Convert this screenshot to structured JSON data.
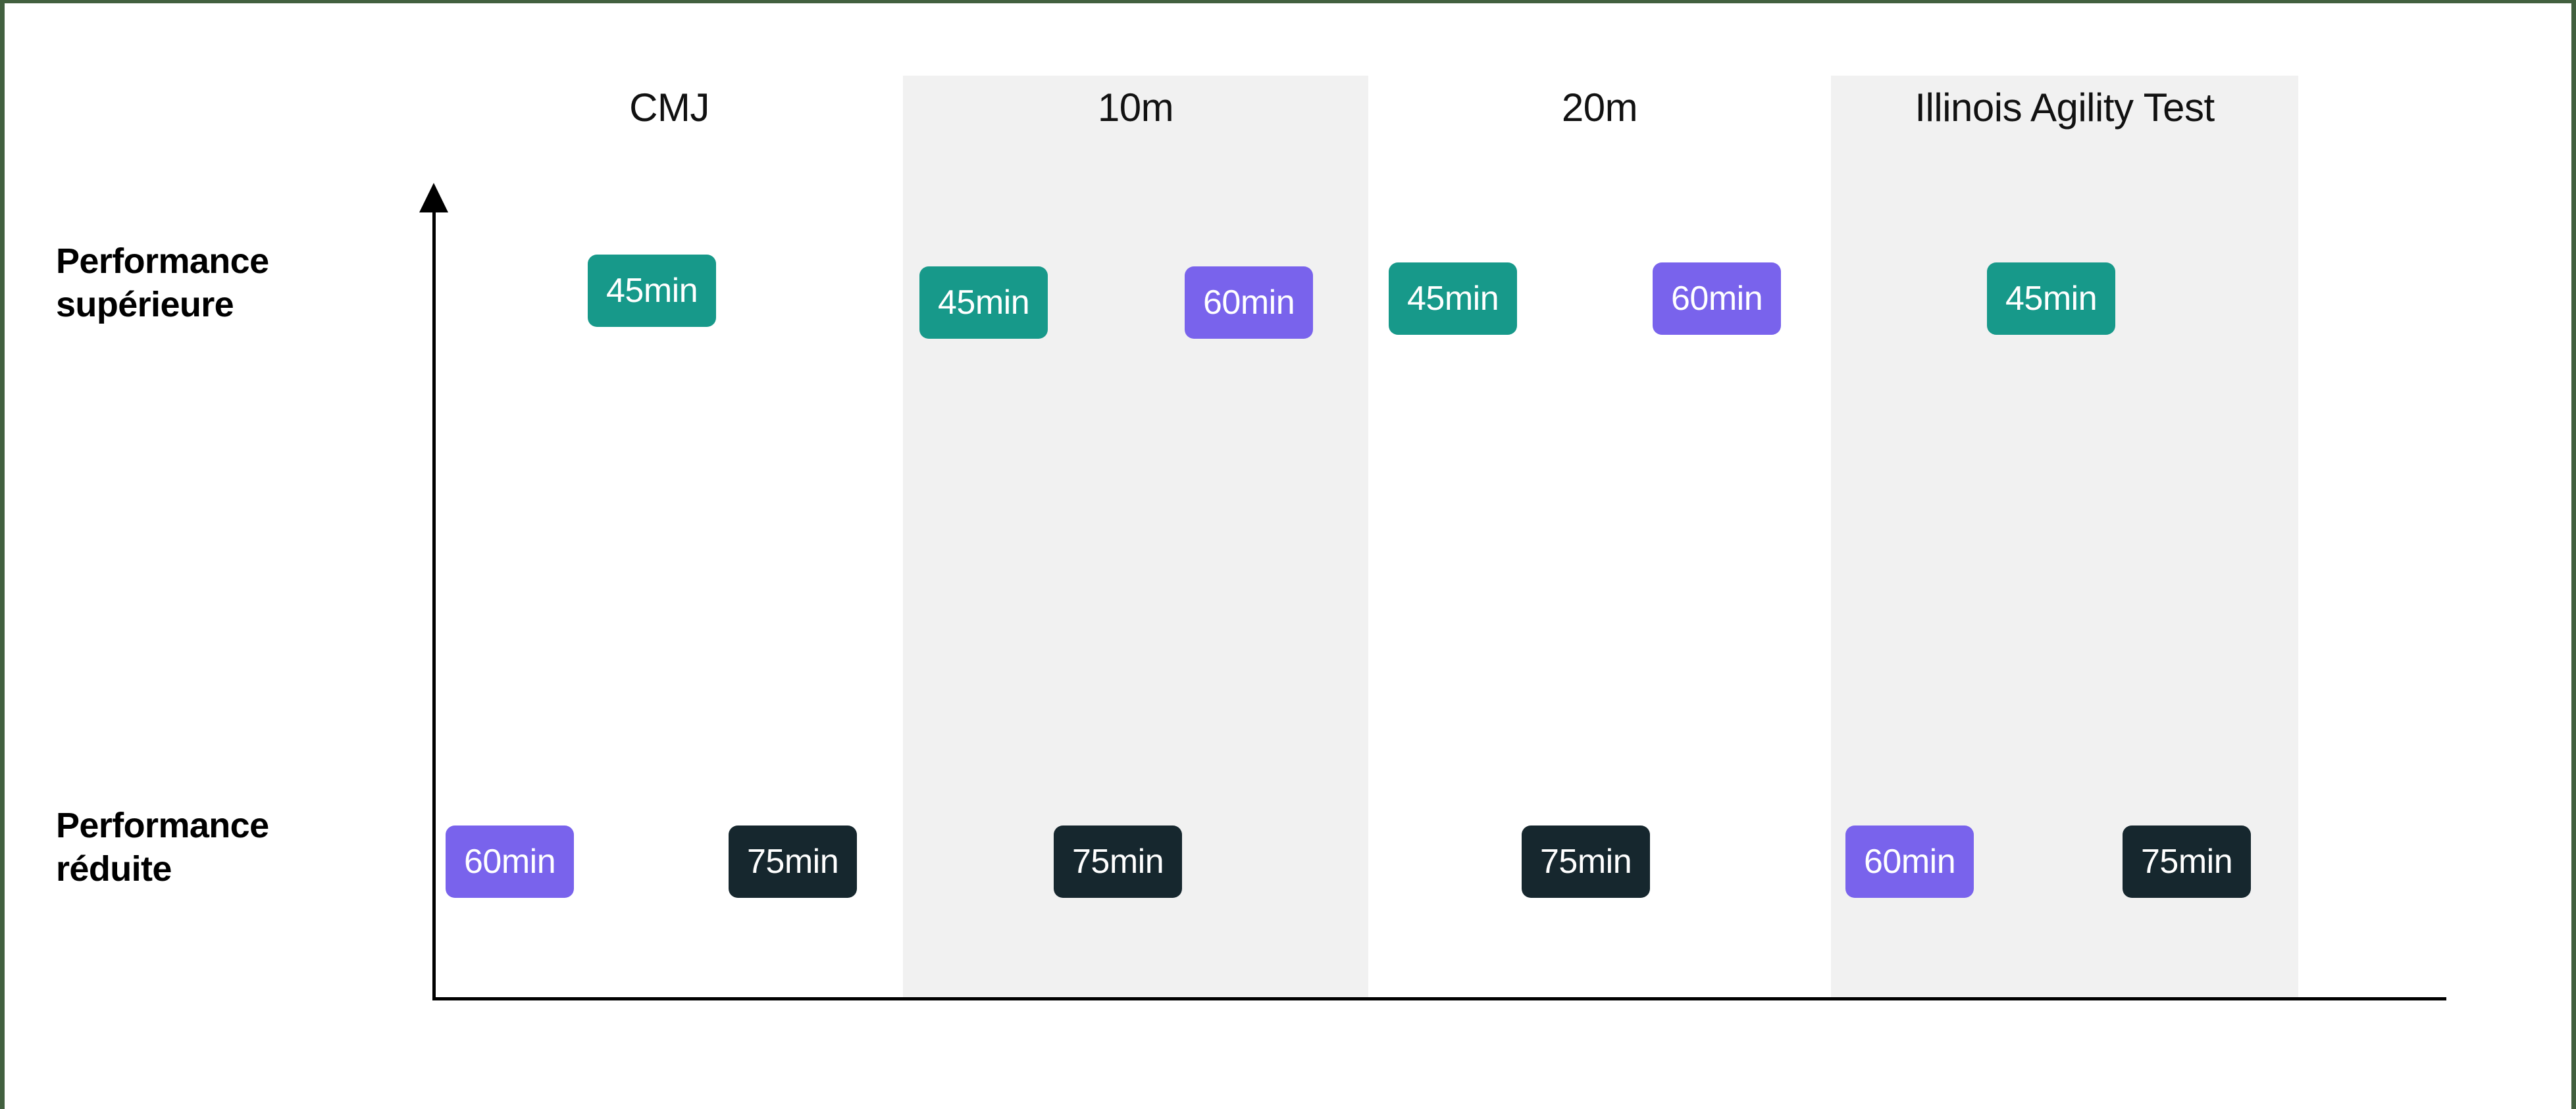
{
  "figure": {
    "border_color": "#42603f",
    "background": "#ffffff",
    "band_color": "#f1f1f1"
  },
  "axis": {
    "y_axis_name": "vertical-performance-axis",
    "x_axis_name": "horizontal-test-axis",
    "arrow_direction": "up"
  },
  "row_labels": [
    {
      "line1": "Performance",
      "line2": "supérieure"
    },
    {
      "line1": "Performance",
      "line2": "réduite"
    }
  ],
  "columns": [
    {
      "label": "CMJ",
      "shaded": false
    },
    {
      "label": "10m",
      "shaded": true
    },
    {
      "label": "20m",
      "shaded": false
    },
    {
      "label": "Illinois Agility Test",
      "shaded": true
    }
  ],
  "legend_colors": {
    "45min": "#17998a",
    "60min": "#7963ec",
    "75min": "#16272e"
  },
  "badges": [
    {
      "label": "45min",
      "color": "teal",
      "column": "CMJ",
      "row": "superieure"
    },
    {
      "label": "45min",
      "color": "teal",
      "column": "10m",
      "row": "superieure"
    },
    {
      "label": "60min",
      "color": "purple",
      "column": "10m",
      "row": "superieure"
    },
    {
      "label": "45min",
      "color": "teal",
      "column": "20m",
      "row": "superieure"
    },
    {
      "label": "60min",
      "color": "purple",
      "column": "20m",
      "row": "superieure"
    },
    {
      "label": "45min",
      "color": "teal",
      "column": "Illinois Agility Test",
      "row": "superieure"
    },
    {
      "label": "60min",
      "color": "purple",
      "column": "CMJ",
      "row": "reduite"
    },
    {
      "label": "75min",
      "color": "dark",
      "column": "CMJ",
      "row": "reduite"
    },
    {
      "label": "75min",
      "color": "dark",
      "column": "10m",
      "row": "reduite"
    },
    {
      "label": "75min",
      "color": "dark",
      "column": "20m",
      "row": "reduite"
    },
    {
      "label": "60min",
      "color": "purple",
      "column": "Illinois Agility Test",
      "row": "reduite"
    },
    {
      "label": "75min",
      "color": "dark",
      "column": "Illinois Agility Test",
      "row": "reduite"
    }
  ],
  "chart_data": {
    "type": "scatter",
    "title": "",
    "xlabel": "",
    "ylabel": "",
    "categories": [
      "CMJ",
      "10m",
      "20m",
      "Illinois Agility Test"
    ],
    "y_categories": [
      "Performance supérieure",
      "Performance réduite"
    ],
    "grid": false,
    "legend": "none",
    "series": [
      {
        "name": "45min",
        "color": "#17998a",
        "points": [
          {
            "x": "CMJ",
            "y": "Performance supérieure"
          },
          {
            "x": "10m",
            "y": "Performance supérieure"
          },
          {
            "x": "20m",
            "y": "Performance supérieure"
          },
          {
            "x": "Illinois Agility Test",
            "y": "Performance supérieure"
          }
        ]
      },
      {
        "name": "60min",
        "color": "#7963ec",
        "points": [
          {
            "x": "10m",
            "y": "Performance supérieure"
          },
          {
            "x": "20m",
            "y": "Performance supérieure"
          },
          {
            "x": "CMJ",
            "y": "Performance réduite"
          },
          {
            "x": "Illinois Agility Test",
            "y": "Performance réduite"
          }
        ]
      },
      {
        "name": "75min",
        "color": "#16272e",
        "points": [
          {
            "x": "CMJ",
            "y": "Performance réduite"
          },
          {
            "x": "10m",
            "y": "Performance réduite"
          },
          {
            "x": "20m",
            "y": "Performance réduite"
          },
          {
            "x": "Illinois Agility Test",
            "y": "Performance réduite"
          }
        ]
      }
    ]
  }
}
